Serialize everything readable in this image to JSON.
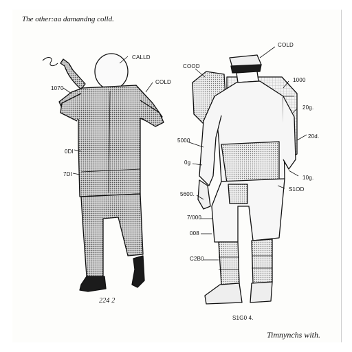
{
  "captions": {
    "top": "The other:aa damandng colld.",
    "bottom": "Timnynchs with."
  },
  "left_figure": {
    "labels": {
      "call": "CALLD",
      "cold": "COLD",
      "l1": "1070",
      "l2": "0Dl",
      "l3": "7DI",
      "bottom": "224 2"
    }
  },
  "right_figure": {
    "labels": {
      "cood": "COOD",
      "cold": "COLD",
      "r1": "1000",
      "r2": "20g.",
      "r3": "20d.",
      "r4": "10g.",
      "r5": "S1OD",
      "l1": "5000",
      "l2": "0g",
      "l3": "5600.",
      "l4": "7/000",
      "l5": "008",
      "l6": "C2B0",
      "bottom": "S1G0 4."
    }
  },
  "colors": {
    "ink": "#111111",
    "halftone": "#8a8a8a",
    "paper": "#fdfdfb"
  }
}
